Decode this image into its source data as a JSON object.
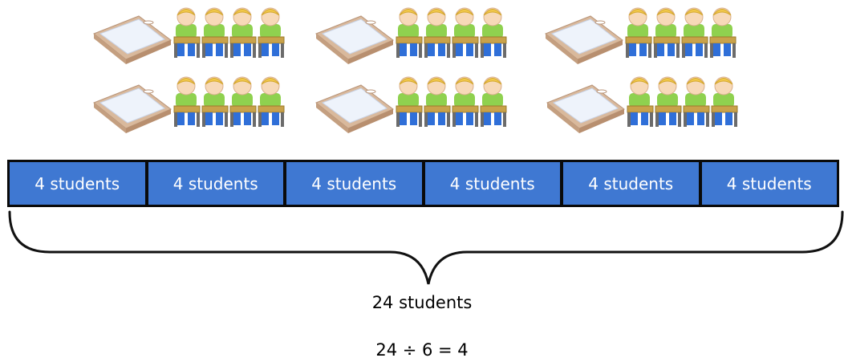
{
  "scene": {
    "groups": 6,
    "students_per_group": 4,
    "icons": [
      "tray-icon",
      "student-at-desk-icon"
    ]
  },
  "tape": {
    "segments": [
      "4 students",
      "4 students",
      "4 students",
      "4 students",
      "4 students",
      "4 students"
    ]
  },
  "total_label": "24 students",
  "equation": "24 ÷ 6 = 4",
  "colors": {
    "segment_fill": "#3f78d2",
    "tape_border": "#0a0a0a",
    "shirt": "#8fd14f",
    "pants": "#2f6fd8",
    "desk": "#c9a24a",
    "hair": "#f2c94c"
  }
}
